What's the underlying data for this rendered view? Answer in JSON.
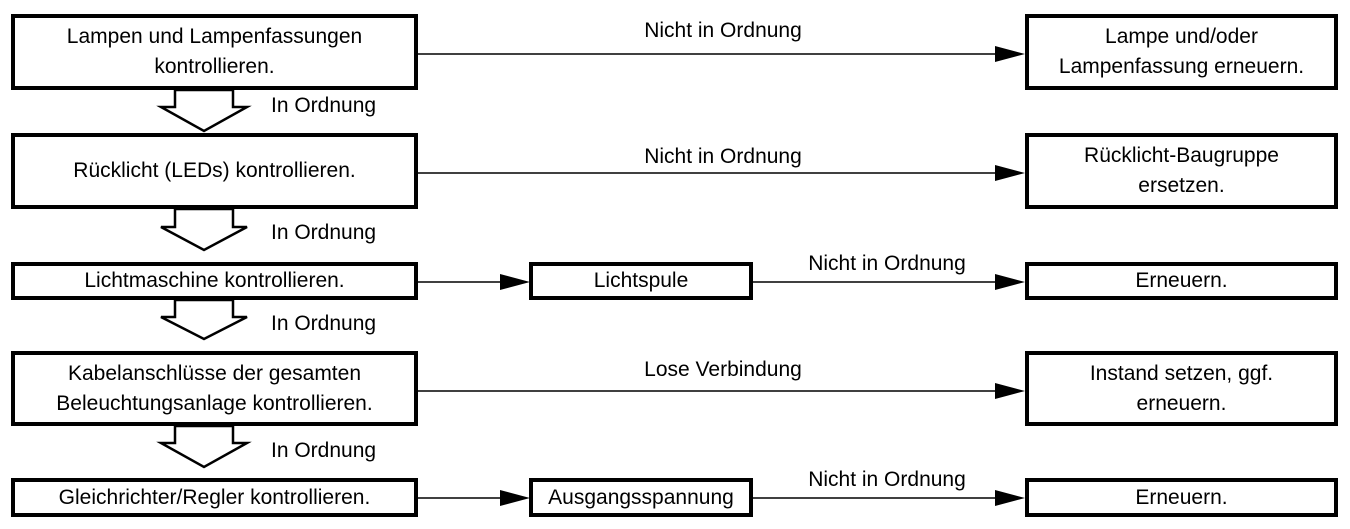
{
  "flow": {
    "steps": [
      "Lampen und Lampenfassungen\nkontrollieren.",
      "Rücklicht (LEDs) kontrollieren.",
      "Lichtmaschine kontrollieren.",
      "Kabelanschlüsse der gesamten\nBeleuchtungsanlage kontrollieren.",
      "Gleichrichter/Regler kontrollieren."
    ],
    "ok_label": "In Ordnung",
    "checks": [
      "Lichtspule",
      "Ausgangsspannung"
    ],
    "results": [
      "Lampe und/oder\nLampenfassung erneuern.",
      "Rücklicht-Baugruppe\nersetzen.",
      "Erneuern.",
      "Instand setzen, ggf.\nerneuern.",
      "Erneuern."
    ],
    "branch_labels": [
      "Nicht in Ordnung",
      "Nicht in Ordnung",
      "Nicht in Ordnung",
      "Lose Verbindung",
      "Nicht in Ordnung"
    ]
  }
}
